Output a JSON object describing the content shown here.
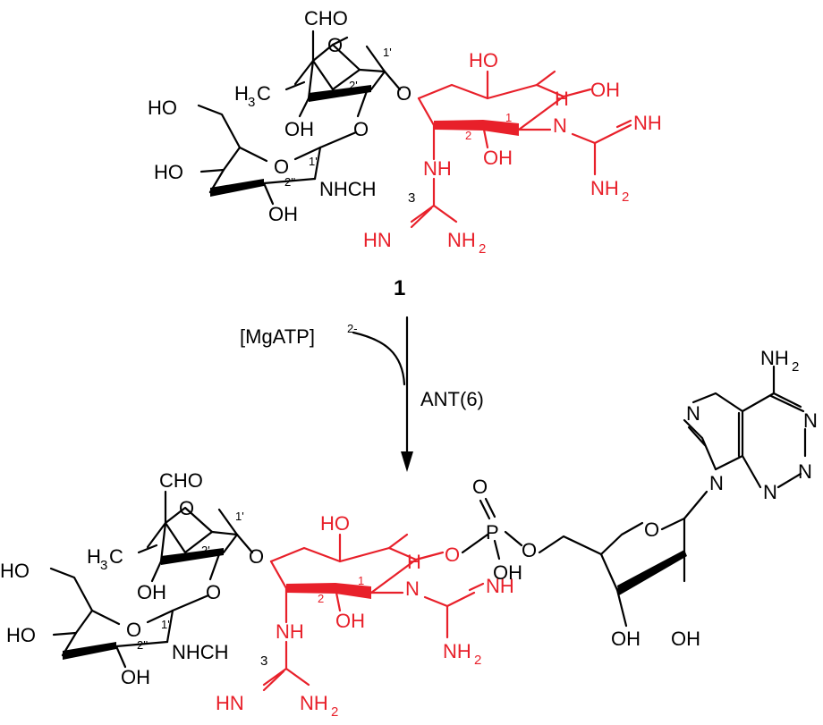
{
  "compound_number": "1",
  "reagent": "[MgATP]",
  "reagent_charge": "2-",
  "enzyme": "ANT(6)",
  "labels": {
    "cho": "CHO",
    "h3c_h": "H",
    "h3c_3": "3",
    "h3c_c": "C",
    "o": "O",
    "oh": "OH",
    "ho": "HO",
    "nh": "NH",
    "hn": "HN",
    "h": "H",
    "n": "N",
    "p": "P",
    "nhch3_a": "NHCH",
    "nhch3_b": "3",
    "nh2_a": "NH",
    "nh2_b": "2",
    "pos_1p": "1'",
    "pos_2p": "2'",
    "pos_1pp": "1''",
    "pos_2pp": "2''",
    "pos_1": "1",
    "pos_2": "2"
  },
  "colors": {
    "black": "#000000",
    "red": "#e8202a"
  }
}
